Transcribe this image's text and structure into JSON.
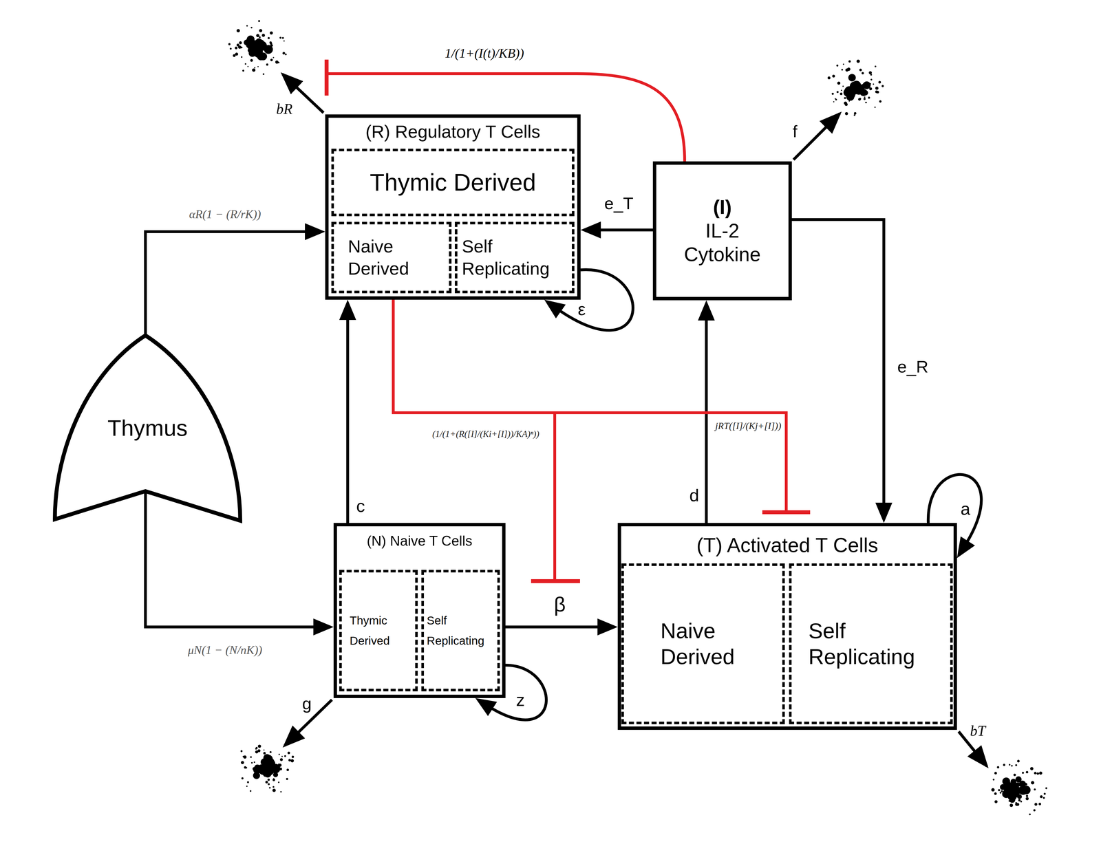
{
  "diagram": {
    "nodes": [
      {
        "text": [
          "(R) Regulatory T Cells"
        ]
      },
      {
        "text": [
          "Thymic Derived"
        ],
        "in": 0
      },
      {
        "text": [
          "Naive Derived"
        ],
        "in": 0
      },
      {
        "text": [
          "Self Replicating"
        ],
        "in": 0
      },
      {
        "text": [
          "(I)",
          "IL-2 Cytokine"
        ]
      },
      {
        "text": [
          "Thymus"
        ]
      },
      {
        "text": [
          "(N) Naive T Cells"
        ]
      },
      {
        "text": [
          "Thymic Derived"
        ],
        "in": 6
      },
      {
        "text": [
          "Self Replicating"
        ],
        "in": 6
      },
      {
        "text": [
          "(T) Activated T Cells"
        ]
      },
      {
        "text": [
          "Naive Derived"
        ],
        "in": 9
      },
      {
        "text": [
          "Self Replicating"
        ],
        "in": 9
      }
    ],
    "edges": [
      {
        "from": 5,
        "to": 0,
        "arrow": "to",
        "label": "αR(1 − (R/rK))"
      },
      {
        "from": 5,
        "to": 6,
        "arrow": "to",
        "label": "μN(1 − (N/nK))"
      },
      {
        "from": 6,
        "to": 0,
        "arrow": "to",
        "label": "c"
      },
      {
        "from": 6,
        "to": 9,
        "arrow": "to",
        "label": "β"
      },
      {
        "from": 4,
        "to": 0,
        "arrow": "to",
        "label": "e_T"
      },
      {
        "from": 4,
        "to": 9,
        "arrow": "to",
        "label": "e_R"
      },
      {
        "from": 9,
        "to": 4,
        "arrow": "to",
        "label": "d"
      },
      {
        "from": 0,
        "to": 9,
        "arrow": "to",
        "label": "jRT([I]/(Kj+[I]))"
      },
      {
        "from": 3,
        "to": 3,
        "arrow": "to",
        "label": "ε"
      },
      {
        "from": 8,
        "to": 8,
        "arrow": "to",
        "label": "z"
      },
      {
        "from": 9,
        "to": 9,
        "arrow": "to",
        "label": "a"
      }
    ],
    "labels": [
      "bR",
      "f",
      "g",
      "bT",
      "1/(1+(I(t)/KB))",
      "(1/(1+(R([I]/(Ki+[I]))/KA)ⁿ))"
    ]
  }
}
